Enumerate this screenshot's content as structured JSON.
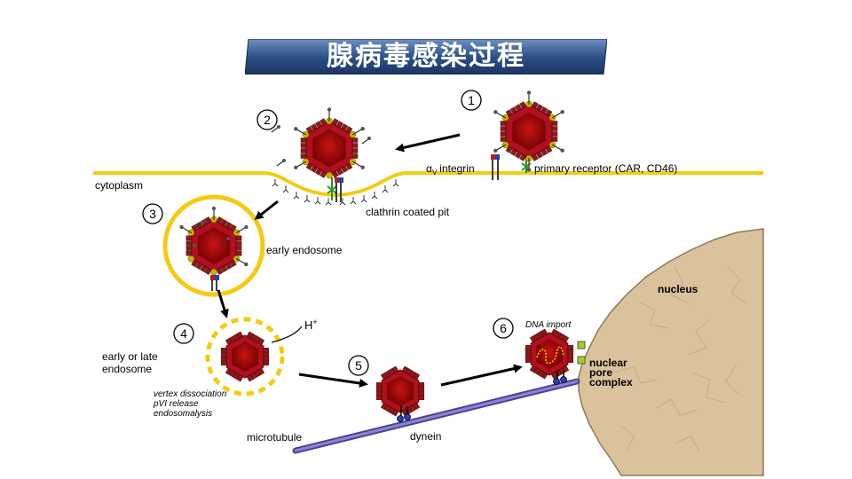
{
  "title": "腺病毒感染过程",
  "steps": [
    "1",
    "2",
    "3",
    "4",
    "5",
    "6"
  ],
  "labels": {
    "integrin_alpha": "α",
    "integrin_sub": "V",
    "integrin": "integrin",
    "primary_receptor": "primary receptor (CAR, CD46)",
    "cytoplasm": "cytoplasm",
    "clathrin_pit": "clathrin coated pit",
    "early_endosome": "early endosome",
    "h_plus": "H",
    "h_plus_sup": "+",
    "early_late_line1": "early or late",
    "early_late_line2": "endosome",
    "vertex_line1": "vertex dissociation",
    "vertex_line2": "pVI release",
    "vertex_line3": "endosomalysis",
    "microtubule": "microtubule",
    "dynein": "dynein",
    "dna_import": "DNA import",
    "nucleus": "nucleus",
    "npc_line1": "nuclear",
    "npc_line2": "pore",
    "npc_line3": "complex"
  },
  "colors": {
    "title_bg_dark": "#1f3a66",
    "title_bg_light": "#5f82b5",
    "membrane": "#f2cc14",
    "virus_core": "#8b0000",
    "virus_shell": "#b01020",
    "spike": "#8b1a1a",
    "vertex": "#c8b400",
    "microtubule": "#7b72c4",
    "nucleus": "#d8bf98",
    "npc": "#a8c838"
  }
}
